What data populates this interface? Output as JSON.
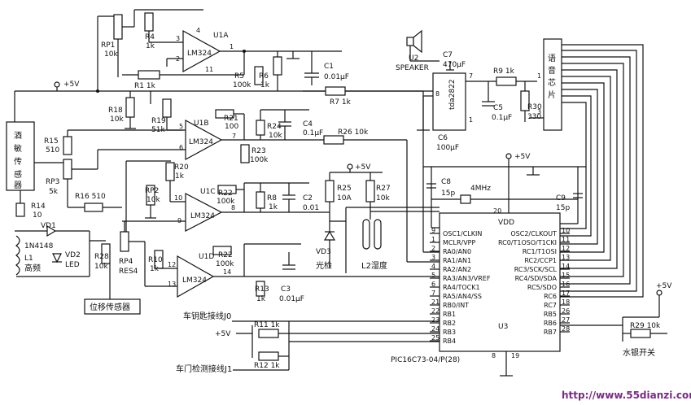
{
  "rails": {
    "vcc": "+5V",
    "vcc2": "+5V",
    "vcc3": "+5V",
    "vcc4": "+5V",
    "vcc5": "+5V"
  },
  "amps": {
    "u1a": {
      "ref": "U1A",
      "name": "LM324",
      "p1": "3",
      "p2": "2",
      "p3": "1",
      "p4": "4",
      "p5": "11"
    },
    "u1b": {
      "ref": "U1B",
      "name": "LM324",
      "p1": "5",
      "p2": "6",
      "p3": "7"
    },
    "u1c": {
      "ref": "U1C",
      "name": "LM324",
      "p1": "10",
      "p2": "9",
      "p3": "8"
    },
    "u1d": {
      "ref": "U1D",
      "name": "LM324",
      "p1": "12",
      "p2": "13",
      "p3": "14"
    }
  },
  "parts": {
    "rp1": "RP1",
    "rp1v": "10k",
    "r4": "R4",
    "r4v": "1k",
    "r1": "R1  1k",
    "r5": "R5",
    "r5v": "100k",
    "r6": "R6",
    "r6v": "1k",
    "c1": "C1",
    "c1v": "0.01μF",
    "r7": "R7  1k",
    "r18": "R18",
    "r18v": "10k",
    "r19": "R19",
    "r19v": "51k",
    "r21": "R21",
    "r21v": "100",
    "c4": "C4",
    "c4v": "0.1μF",
    "r24": "R24",
    "r24v": "10k",
    "r23": "R23",
    "r23v": "100k",
    "r26": "R26  10k",
    "r15": "R15",
    "r15v": "510",
    "rp3": "RP3",
    "rp3v": "5k",
    "r14": "R14",
    "r14v": "10",
    "r16": "R16  510",
    "r20": "R20",
    "r20v": "1k",
    "rp2": "RP2",
    "rp2v": "10k",
    "r22a": "R22",
    "r22av": "100k",
    "r8": "R8",
    "r8v": "1k",
    "c2": "C2",
    "c2v": "0.01",
    "r25": "R25",
    "r25v": "10A",
    "r27": "R27",
    "r27v": "10k",
    "vd1": "VD1",
    "vd1v": "1N4148",
    "l1": "L1",
    "l1v": "高频",
    "vd2": "VD2",
    "vd2v": "LED",
    "r28": "R28",
    "r28v": "10k",
    "rp4": "RP4",
    "rp4v": "RES4",
    "r10": "R10",
    "r10v": "1k",
    "r22b": "R22",
    "r22bv": "100k",
    "r13": "R13",
    "r13v": "1k",
    "c3": "C3",
    "c3v": "0.01μF",
    "vd3": "VD3",
    "vd3v": "光检",
    "l2": "L2湿度",
    "u2": "U2",
    "u2v": "SPEAKER",
    "c7": "C7",
    "c7v": "470μF",
    "tda": "tda2822",
    "c6": "C6",
    "c6v": "100μF",
    "r9": "R9  1k",
    "c5": "C5",
    "c5v": "0.1μF",
    "r30": "R30",
    "r30v": "330",
    "c8": "C8",
    "c8v": "15p",
    "xtal": "4MHz",
    "c9": "C9",
    "c9v": "15p",
    "r11": "R11  1k",
    "r12": "R12  1k",
    "r29": "R29  10k"
  },
  "sensors": {
    "alcohol": [
      "酒",
      "敏",
      "传",
      "感",
      "器"
    ],
    "displacement": "位移传感器",
    "voice": [
      "语",
      "音",
      "芯",
      "片"
    ]
  },
  "mcu": {
    "ref": "U3",
    "model": "PIC16C73-04/P(28)",
    "vdd": "VDD",
    "left": [
      {
        "n": "9",
        "t": "OSC1/CLKIN"
      },
      {
        "n": "1",
        "t": "MCLR/VPP"
      },
      {
        "n": "2",
        "t": "RA0/AN0"
      },
      {
        "n": "3",
        "t": "RA1/AN1"
      },
      {
        "n": "4",
        "t": "RA2/AN2"
      },
      {
        "n": "5",
        "t": "RA3/AN3/VREF"
      },
      {
        "n": "6",
        "t": "RA4/TOCK1"
      },
      {
        "n": "7",
        "t": "RA5/AN4/SS"
      },
      {
        "n": "21",
        "t": "RB0/INT"
      },
      {
        "n": "22",
        "t": "RB1"
      },
      {
        "n": "23",
        "t": "RB2"
      },
      {
        "n": "24",
        "t": "RB3"
      },
      {
        "n": "25",
        "t": "RB4"
      }
    ],
    "right": [
      {
        "n": "10",
        "t": "OSC2/CLKOUT"
      },
      {
        "n": "11",
        "t": "RC0/T1OSO/T1CKI"
      },
      {
        "n": "12",
        "t": "RC1/T1OSI"
      },
      {
        "n": "13",
        "t": "RC2/CCP1"
      },
      {
        "n": "14",
        "t": "RC3/SCK/SCL"
      },
      {
        "n": "15",
        "t": "RC4/SDI/SDA"
      },
      {
        "n": "16",
        "t": "RC5/SDO"
      },
      {
        "n": "17",
        "t": "RC6"
      },
      {
        "n": "18",
        "t": "RC7"
      },
      {
        "n": "26",
        "t": "RB5"
      },
      {
        "n": "27",
        "t": "RB6"
      },
      {
        "n": "28",
        "t": "RB7"
      }
    ],
    "pin20": "20",
    "pin8": "8",
    "pin19": "19"
  },
  "inputs": {
    "key": "车钥匙接线J0",
    "door": "车门检测接线J1",
    "water": "水银开关"
  },
  "tda_pins": {
    "p8": "8",
    "p7": "7",
    "p1": "1"
  },
  "voice_pins": {
    "p1": "1",
    "p3": "3"
  },
  "watermark": "http://www.55dianzi.com"
}
